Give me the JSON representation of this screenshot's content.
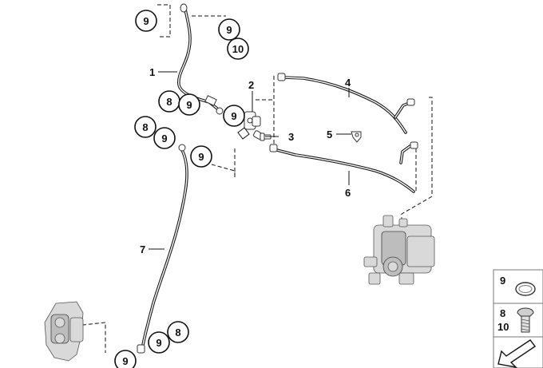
{
  "diagram": {
    "callouts": {
      "n1": "1",
      "n2": "2",
      "n3": "3",
      "n4": "4",
      "n5": "5",
      "n6": "6",
      "n7": "7",
      "n8": "8",
      "n9": "9",
      "n10": "10"
    },
    "legend": {
      "row1_label": "9",
      "row2_label_a": "8",
      "row2_label_b": "10",
      "ring_icon": "o-ring-seal-icon",
      "bolt_icon": "banjo-bolt-icon",
      "nav_icon": "next-page-arrow-icon"
    }
  }
}
